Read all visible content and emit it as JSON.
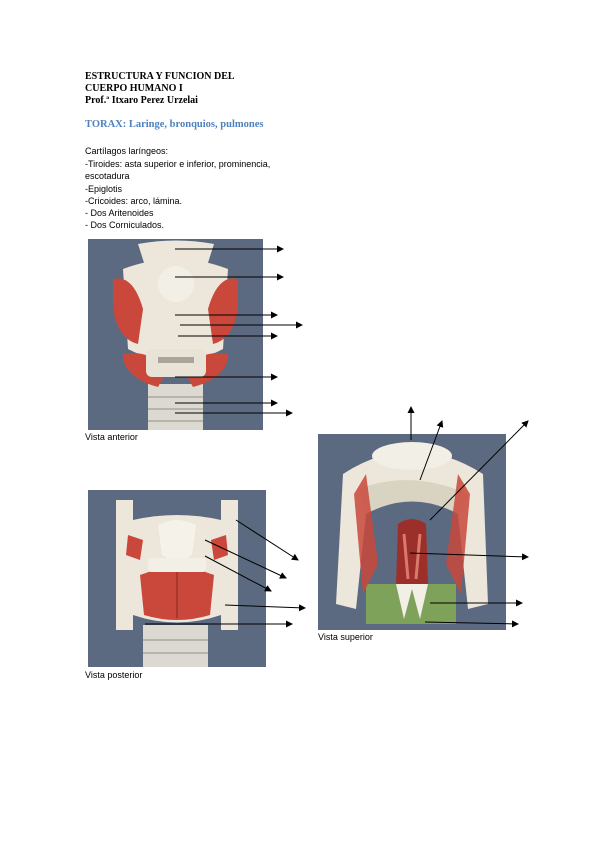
{
  "header": {
    "line1": "ESTRUCTURA Y FUNCION DEL",
    "line2": "CUERPO HUMANO I",
    "line3": "Prof.ª Itxaro Perez Urzelai"
  },
  "subtitle": "TORAX: Laringe, bronquios, pulmones",
  "notes": {
    "lead": "Cartílagos laríngeos:",
    "items": [
      "-Tiroides: asta superior e inferior, prominencia, escotadura",
      "-Epiglotis",
      "-Cricoides: arco, lámina.",
      "- Dos Aritenoides",
      "- Dos Corniculados."
    ]
  },
  "captions": {
    "anterior": "Vista anterior",
    "superior": "Vista superior",
    "posterior": "Vista posterior"
  },
  "colors": {
    "photo_bg": "#5b6a80",
    "cartilage": "#ece7da",
    "muscle": "#c9483b",
    "heading_blue": "#4f81bd"
  }
}
